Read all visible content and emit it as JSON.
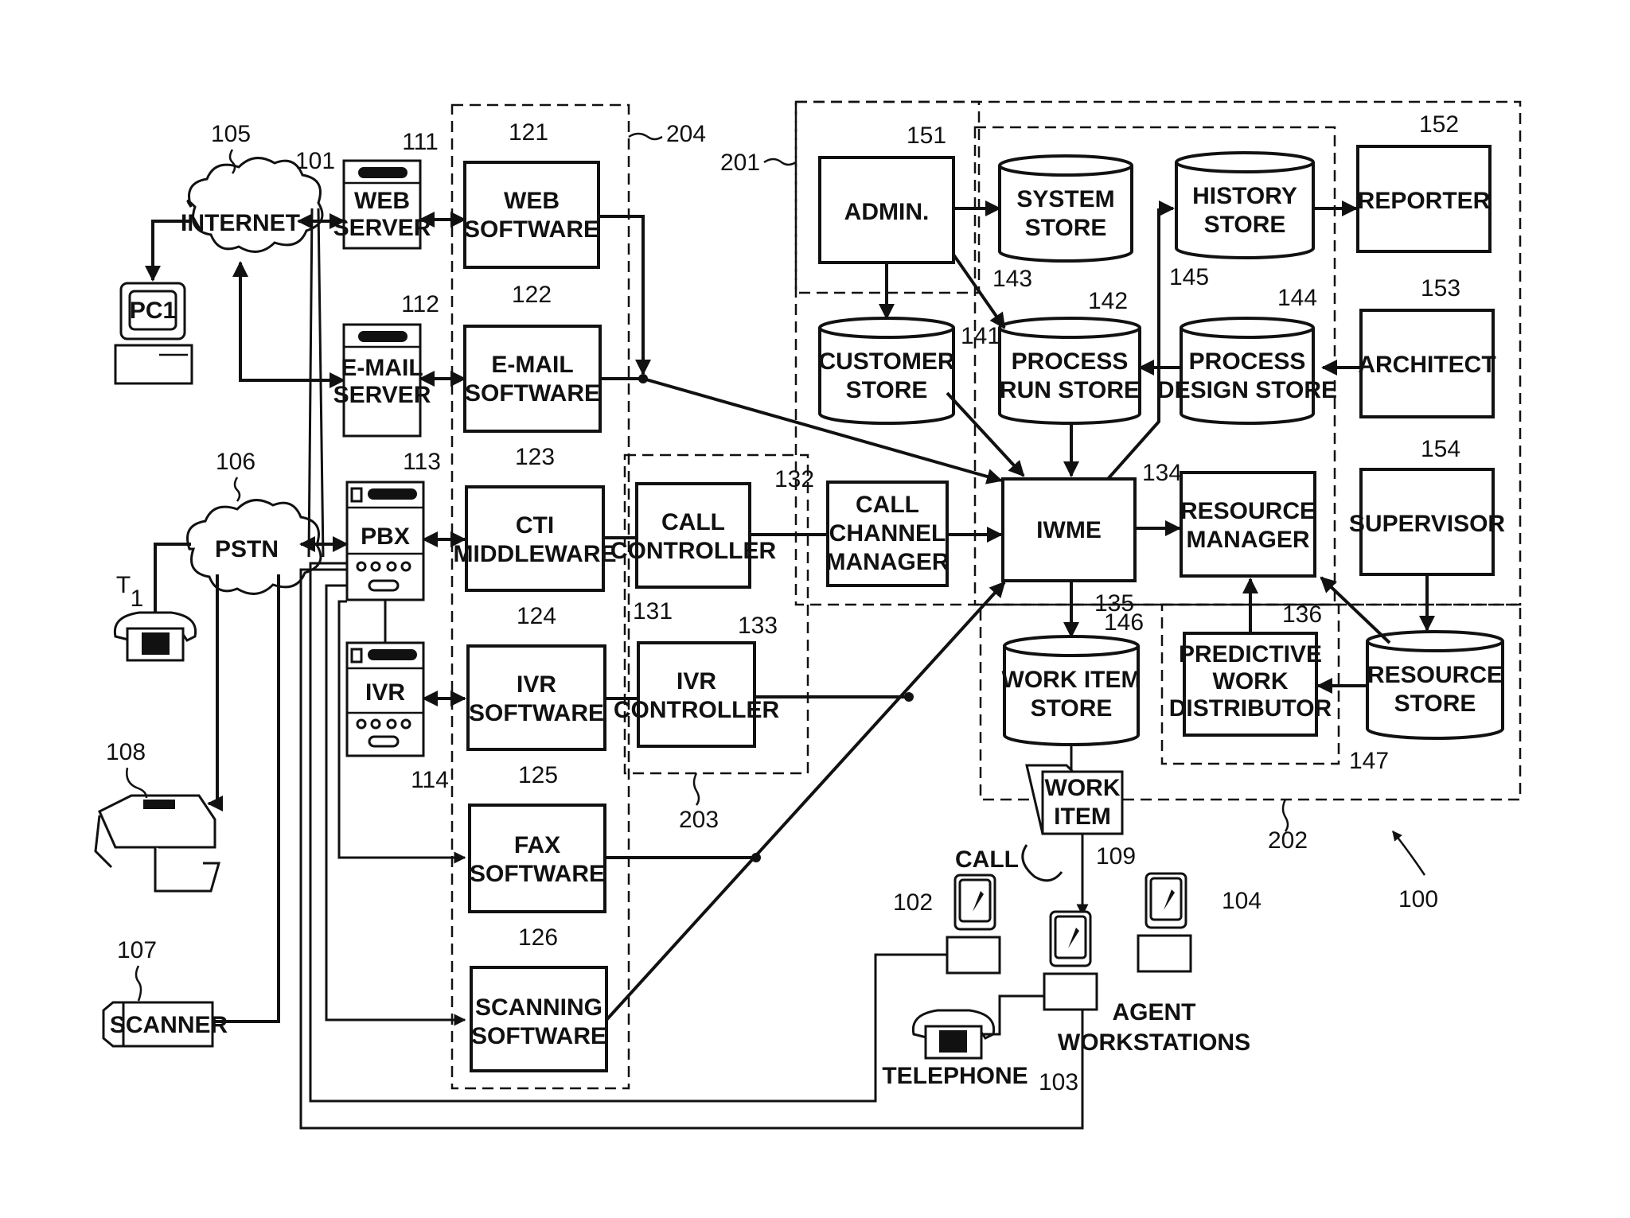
{
  "figure": {
    "ref": "100",
    "network_ref": "101"
  },
  "clouds": [
    {
      "id": "internet",
      "label": "INTERNET",
      "ref": "105"
    },
    {
      "id": "pstn",
      "label": "PSTN",
      "ref": "106"
    }
  ],
  "endpoints": {
    "pc": {
      "label": "PC1"
    },
    "phone_t1": {
      "label": "T",
      "subscript": "1"
    },
    "fax": {
      "ref": "108"
    },
    "scanner": {
      "label": "SCANNER",
      "ref": "107"
    }
  },
  "servers": [
    {
      "id": "web-server",
      "lines": [
        "WEB",
        "SERVER"
      ],
      "ref": "111"
    },
    {
      "id": "email-server",
      "lines": [
        "E-MAIL",
        "SERVER"
      ],
      "ref": "112"
    },
    {
      "id": "pbx",
      "lines": [
        "PBX"
      ],
      "ref": "113"
    },
    {
      "id": "ivr",
      "lines": [
        "IVR"
      ],
      "ref": "114"
    }
  ],
  "group_204": {
    "ref": "204",
    "boxes": [
      {
        "id": "web-software",
        "lines": [
          "WEB",
          "SOFTWARE"
        ],
        "ref": "121"
      },
      {
        "id": "email-software",
        "lines": [
          "E-MAIL",
          "SOFTWARE"
        ],
        "ref": "122"
      },
      {
        "id": "cti-middleware",
        "lines": [
          "CTI",
          "MIDDLEWARE"
        ],
        "ref": "123"
      },
      {
        "id": "ivr-software",
        "lines": [
          "IVR",
          "SOFTWARE"
        ],
        "ref": "124"
      },
      {
        "id": "fax-software",
        "lines": [
          "FAX",
          "SOFTWARE"
        ],
        "ref": "125"
      },
      {
        "id": "scanning-software",
        "lines": [
          "SCANNING",
          "SOFTWARE"
        ],
        "ref": "126"
      }
    ]
  },
  "group_203": {
    "ref": "203",
    "boxes": [
      {
        "id": "call-controller",
        "lines": [
          "CALL",
          "CONTROLLER"
        ],
        "ref": "131"
      },
      {
        "id": "ivr-controller",
        "lines": [
          "IVR",
          "CONTROLLER"
        ],
        "ref": "133"
      }
    ]
  },
  "call_channel_manager": {
    "lines": [
      "CALL",
      "CHANNEL",
      "MANAGER"
    ],
    "ref": "132"
  },
  "iwme": {
    "lines": [
      "IWME"
    ],
    "ref": "134"
  },
  "group_201": {
    "ref": "201",
    "admin": {
      "lines": [
        "ADMIN."
      ],
      "ref": "151"
    },
    "reporter": {
      "lines": [
        "REPORTER"
      ],
      "ref": "152"
    },
    "architect": {
      "lines": [
        "ARCHITECT"
      ],
      "ref": "153"
    },
    "supervisor": {
      "lines": [
        "SUPERVISOR"
      ],
      "ref": "154"
    }
  },
  "stores": [
    {
      "id": "customer-store",
      "lines": [
        "CUSTOMER",
        "STORE"
      ],
      "ref": "141"
    },
    {
      "id": "process-run-store",
      "lines": [
        "PROCESS",
        "RUN  STORE"
      ],
      "ref": "142"
    },
    {
      "id": "system-store",
      "lines": [
        "SYSTEM",
        "STORE"
      ],
      "ref": "143"
    },
    {
      "id": "process-design-store",
      "lines": [
        "PROCESS",
        "DESIGN  STORE"
      ],
      "ref": "144"
    },
    {
      "id": "history-store",
      "lines": [
        "HISTORY",
        "STORE"
      ],
      "ref": "145"
    },
    {
      "id": "work-item-store",
      "lines": [
        "WORK  ITEM",
        "STORE"
      ],
      "ref": "146"
    },
    {
      "id": "resource-store",
      "lines": [
        "RESOURCE",
        "STORE"
      ],
      "ref": "147"
    }
  ],
  "group_202": {
    "ref": "202",
    "resource_manager": {
      "lines": [
        "RESOURCE",
        "MANAGER"
      ],
      "ref": "135"
    },
    "predictive_work_distributor": {
      "lines": [
        "PREDICTIVE",
        "WORK",
        "DISTRIBUTOR"
      ],
      "ref": "136"
    }
  },
  "work_item": {
    "lines": [
      "WORK",
      "ITEM"
    ],
    "ref": "109"
  },
  "call_label": "CALL",
  "agents": {
    "workstations": [
      {
        "ref": "102"
      },
      {
        "ref": "103"
      },
      {
        "ref": "104"
      }
    ],
    "telephone_label": "TELEPHONE",
    "caption_lines": [
      "AGENT",
      "WORKSTATIONS"
    ]
  }
}
